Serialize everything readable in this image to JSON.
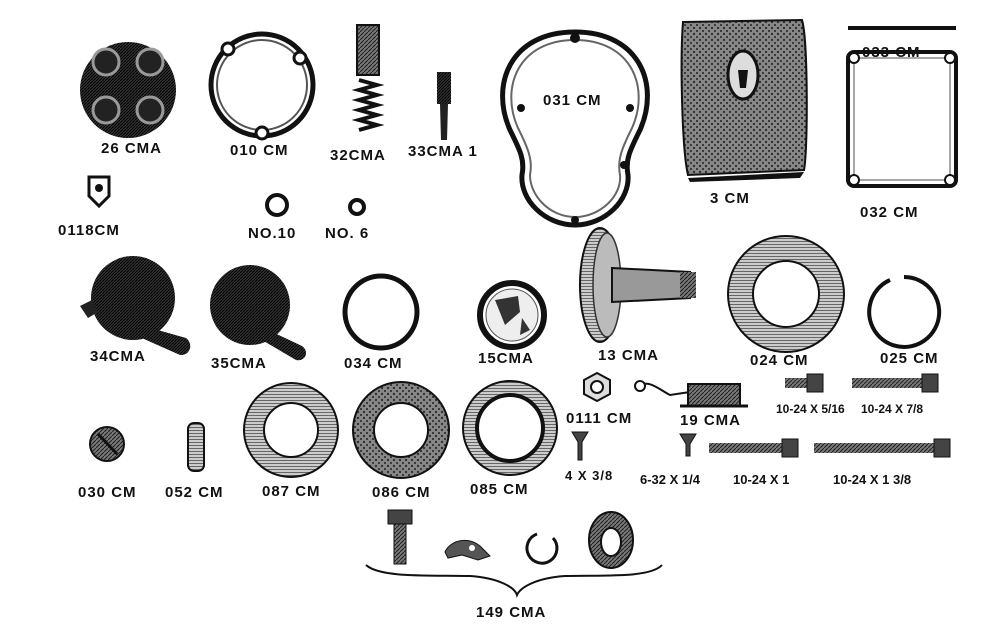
{
  "parts": {
    "p26cma": "26 CMA",
    "p010cm": "010 CM",
    "p32cma": "32CMA",
    "p33cma1": "33CMA 1",
    "p031cm": "031 CM",
    "p3cm": "3 CM",
    "p033cm": "033 CM",
    "p032cm": "032 CM",
    "p0118cm": "0118CM",
    "pno10": "NO.10",
    "pno6": "NO. 6",
    "p34cma": "34CMA",
    "p35cma": "35CMA",
    "p034cm": "034 CM",
    "p15cma": "15CMA",
    "p13cma": "13 CMA",
    "p024cm": "024 CM",
    "p025cm": "025 CM",
    "p0111cm": "0111 CM",
    "p19cma": "19 CMA",
    "p1024x516": "10-24 X 5/16",
    "p1024x78": "10-24 X 7/8",
    "p030cm": "030 CM",
    "p052cm": "052 CM",
    "p087cm": "087 CM",
    "p086cm": "086 CM",
    "p085cm": "085 CM",
    "p4x38": "4 X 3/8",
    "p632x14": "6-32 X 1/4",
    "p1024x1": "10-24 X 1",
    "p1024x138": "10-24 X 1 3/8",
    "p149cma": "149 CMA"
  },
  "colors": {
    "ink": "#111111",
    "mid": "#555555",
    "light": "#bbbbbb",
    "paper": "#ffffff"
  },
  "icons": {
    "logo": "emblem-icon"
  }
}
